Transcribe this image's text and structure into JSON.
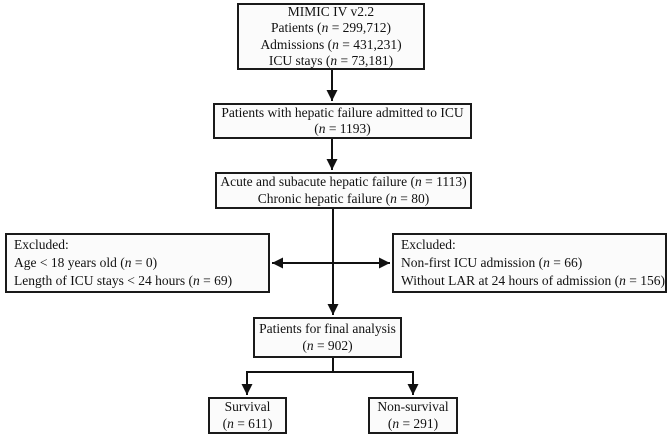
{
  "colors": {
    "background": "#ffffff",
    "box_border": "#1a1a1a",
    "box_fill": "#fbfbfb",
    "arrow": "#111111"
  },
  "nodes": {
    "mimic": {
      "title": "MIMIC IV v2.2",
      "patients": {
        "pre": "Patients (",
        "var": "n",
        "post": " = 299,712)"
      },
      "admissions": {
        "pre": "Admissions (",
        "var": "n",
        "post": " = 431,231)"
      },
      "icu": {
        "pre": "ICU stays (",
        "var": "n",
        "post": " = 73,181)"
      }
    },
    "hepatic": {
      "line": "Patients with hepatic failure admitted to ICU",
      "count": {
        "pre": "(",
        "var": "n",
        "post": " = 1193)"
      }
    },
    "acute": {
      "acute_line": {
        "pre": "Acute and subacute hepatic failure (",
        "var": "n",
        "post": " = 1113)"
      },
      "chronic_line": {
        "pre": "Chronic hepatic failure (",
        "var": "n",
        "post": " = 80)"
      }
    },
    "excluded_left": {
      "title": "Excluded:",
      "age": {
        "pre": "Age < 18 years old (",
        "var": "n",
        "post": " = 0)"
      },
      "los": {
        "pre": "Length of ICU stays < 24 hours (",
        "var": "n",
        "post": " = 69)"
      }
    },
    "excluded_right": {
      "title": "Excluded:",
      "nonfirst": {
        "pre": "Non-first ICU admission (",
        "var": "n",
        "post": " = 66)"
      },
      "lar": {
        "pre": "Without LAR at 24 hours of admission (",
        "var": "n",
        "post": " = 156)"
      }
    },
    "final": {
      "line": "Patients for final analysis",
      "count": {
        "pre": "(",
        "var": "n",
        "post": " = 902)"
      }
    },
    "survival": {
      "line": "Survival",
      "count": {
        "pre": "(",
        "var": "n",
        "post": " = 611)"
      }
    },
    "nonsurvival": {
      "line": "Non-survival",
      "count": {
        "pre": "(",
        "var": "n",
        "post": " = 291)"
      }
    }
  }
}
